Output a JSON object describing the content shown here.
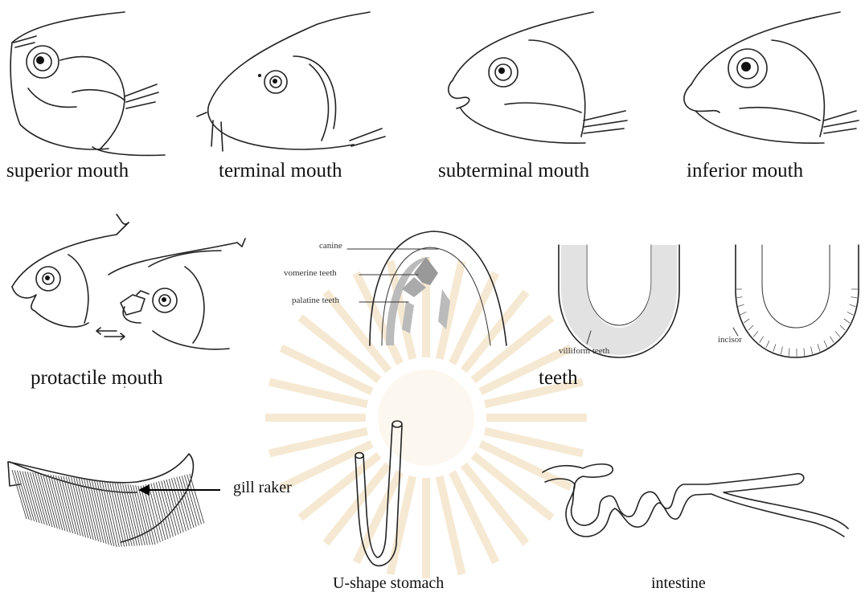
{
  "watermark_color": "#f3e3c2",
  "captions": {
    "superior": "superior mouth",
    "terminal": "terminal mouth",
    "subterminal": "subterminal mouth",
    "inferior": "inferior mouth",
    "protactile": "protactile mouth",
    "teeth": "teeth",
    "stomach": "U-shape stomach",
    "intestine": "intestine"
  },
  "labels": {
    "canine": "canine",
    "vomerine": "vomerine teeth",
    "palatine": "palatine teeth",
    "villiform": "villiform teeth",
    "incisor": "incisor",
    "gill_raker": "gill raker"
  },
  "icons": [
    "fish-head",
    "arrow-left-icon",
    "double-arrow-icon"
  ]
}
